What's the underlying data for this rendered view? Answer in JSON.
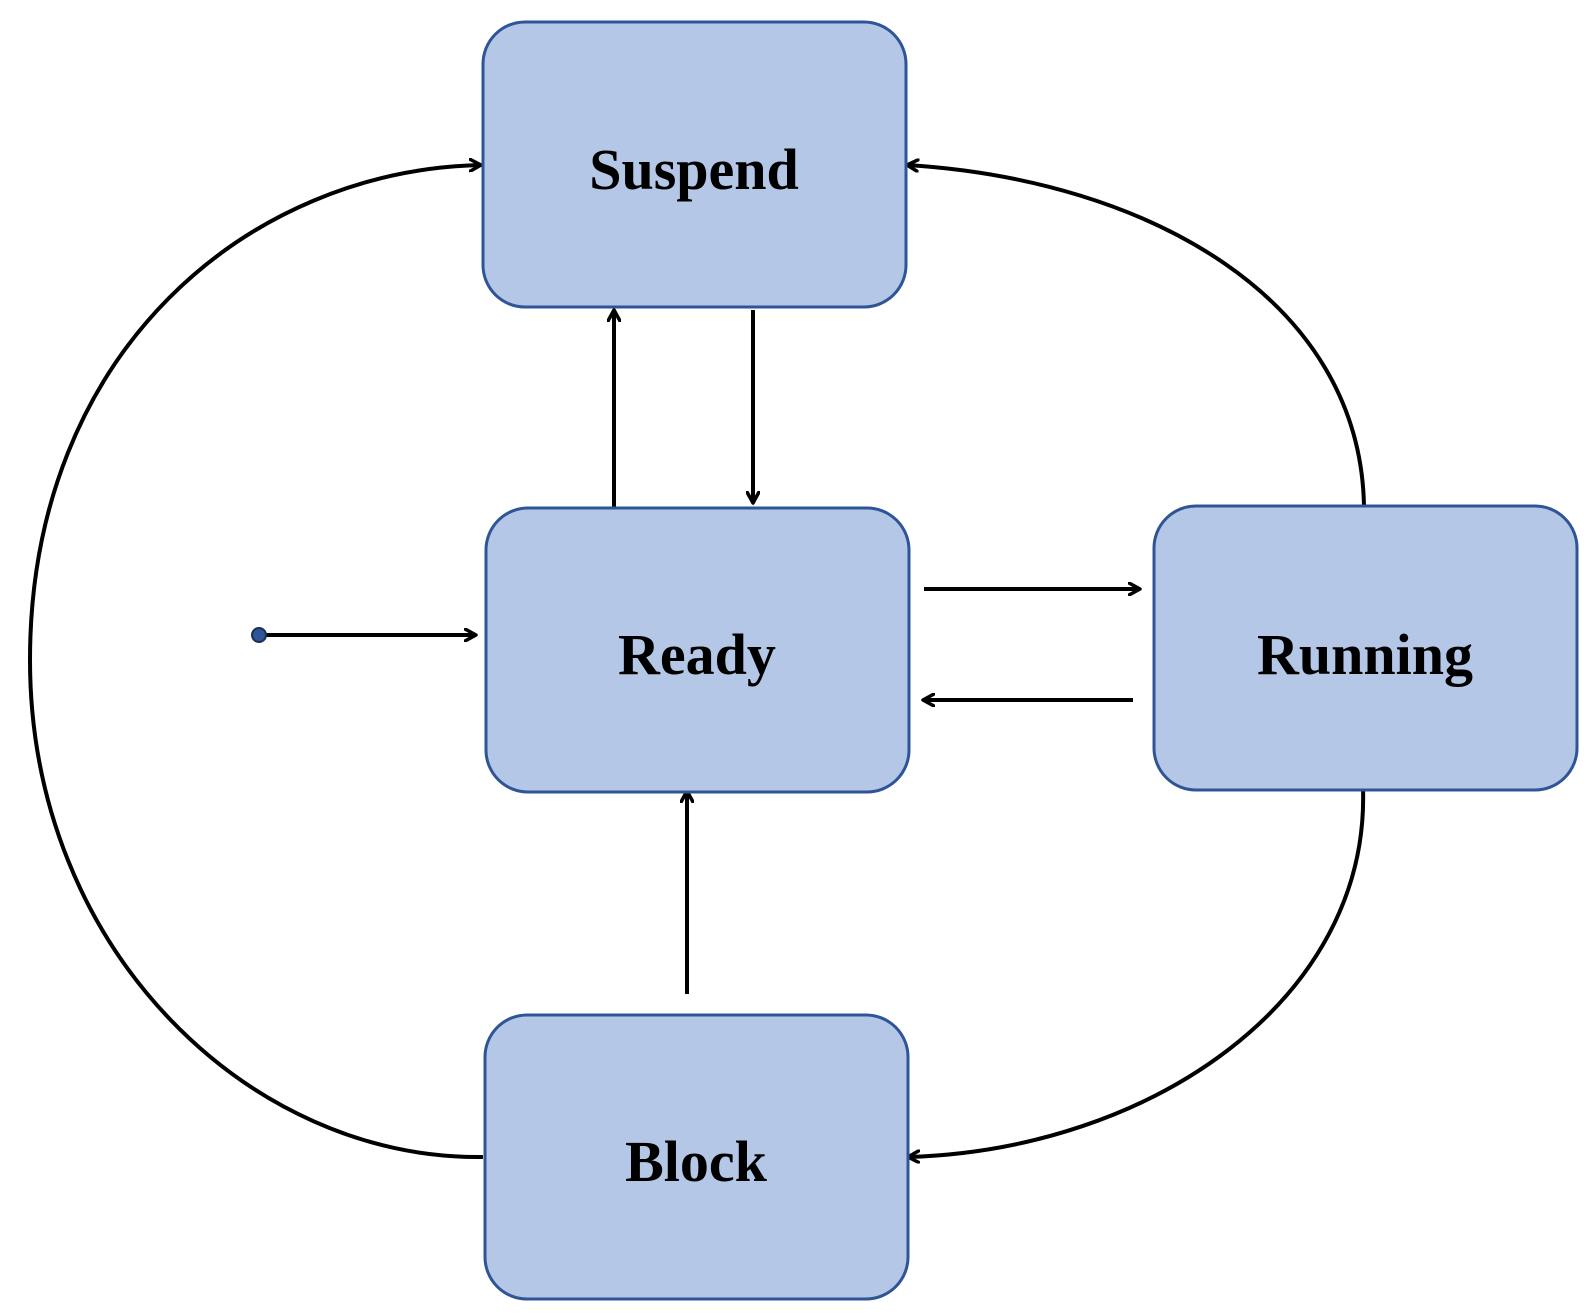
{
  "diagram": {
    "type": "state-diagram",
    "colors": {
      "box_fill": "#b4c7e7",
      "box_stroke": "#2f5597",
      "edge": "#000000",
      "label": "#000000",
      "initial_dot": "#2f5597"
    },
    "states": {
      "suspend": {
        "label": "Suspend"
      },
      "ready": {
        "label": "Ready"
      },
      "running": {
        "label": "Running"
      },
      "block": {
        "label": "Block"
      }
    },
    "transitions": [
      {
        "from": "initial",
        "to": "ready"
      },
      {
        "from": "ready",
        "to": "suspend"
      },
      {
        "from": "suspend",
        "to": "ready"
      },
      {
        "from": "ready",
        "to": "running"
      },
      {
        "from": "running",
        "to": "ready"
      },
      {
        "from": "block",
        "to": "ready"
      },
      {
        "from": "running",
        "to": "suspend"
      },
      {
        "from": "running",
        "to": "block"
      },
      {
        "from": "block",
        "to": "suspend"
      }
    ]
  }
}
